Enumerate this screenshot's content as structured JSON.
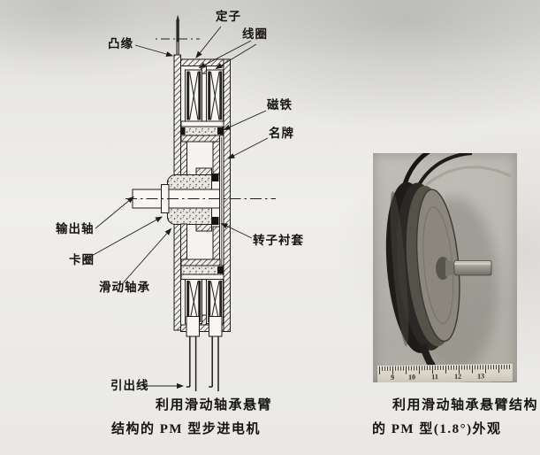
{
  "figure": {
    "diagram": {
      "labels": {
        "stator": "定子",
        "flange": "凸缘",
        "coil": "线圈",
        "magnet": "磁铁",
        "nameplate": "名牌",
        "output_shaft": "输出轴",
        "retaining_ring": "卡圈",
        "sliding_bearing": "滑动轴承",
        "rotor_bushing": "转子衬套",
        "lead_wire": "引出线"
      },
      "caption": {
        "line1": "利用滑动轴承悬臂",
        "line2": "结构的 PM 型步进电机"
      }
    },
    "photo": {
      "caption": {
        "line1": "利用滑动轴承悬臂结构",
        "line2": "的 PM 型(1.8°)外观"
      },
      "ruler_numbers": [
        "9",
        "10",
        "11",
        "12",
        "13"
      ]
    },
    "colors": {
      "ink": "#1f1e1b",
      "paper": "#efeeea",
      "photo_background": "#b5b2a9"
    }
  }
}
